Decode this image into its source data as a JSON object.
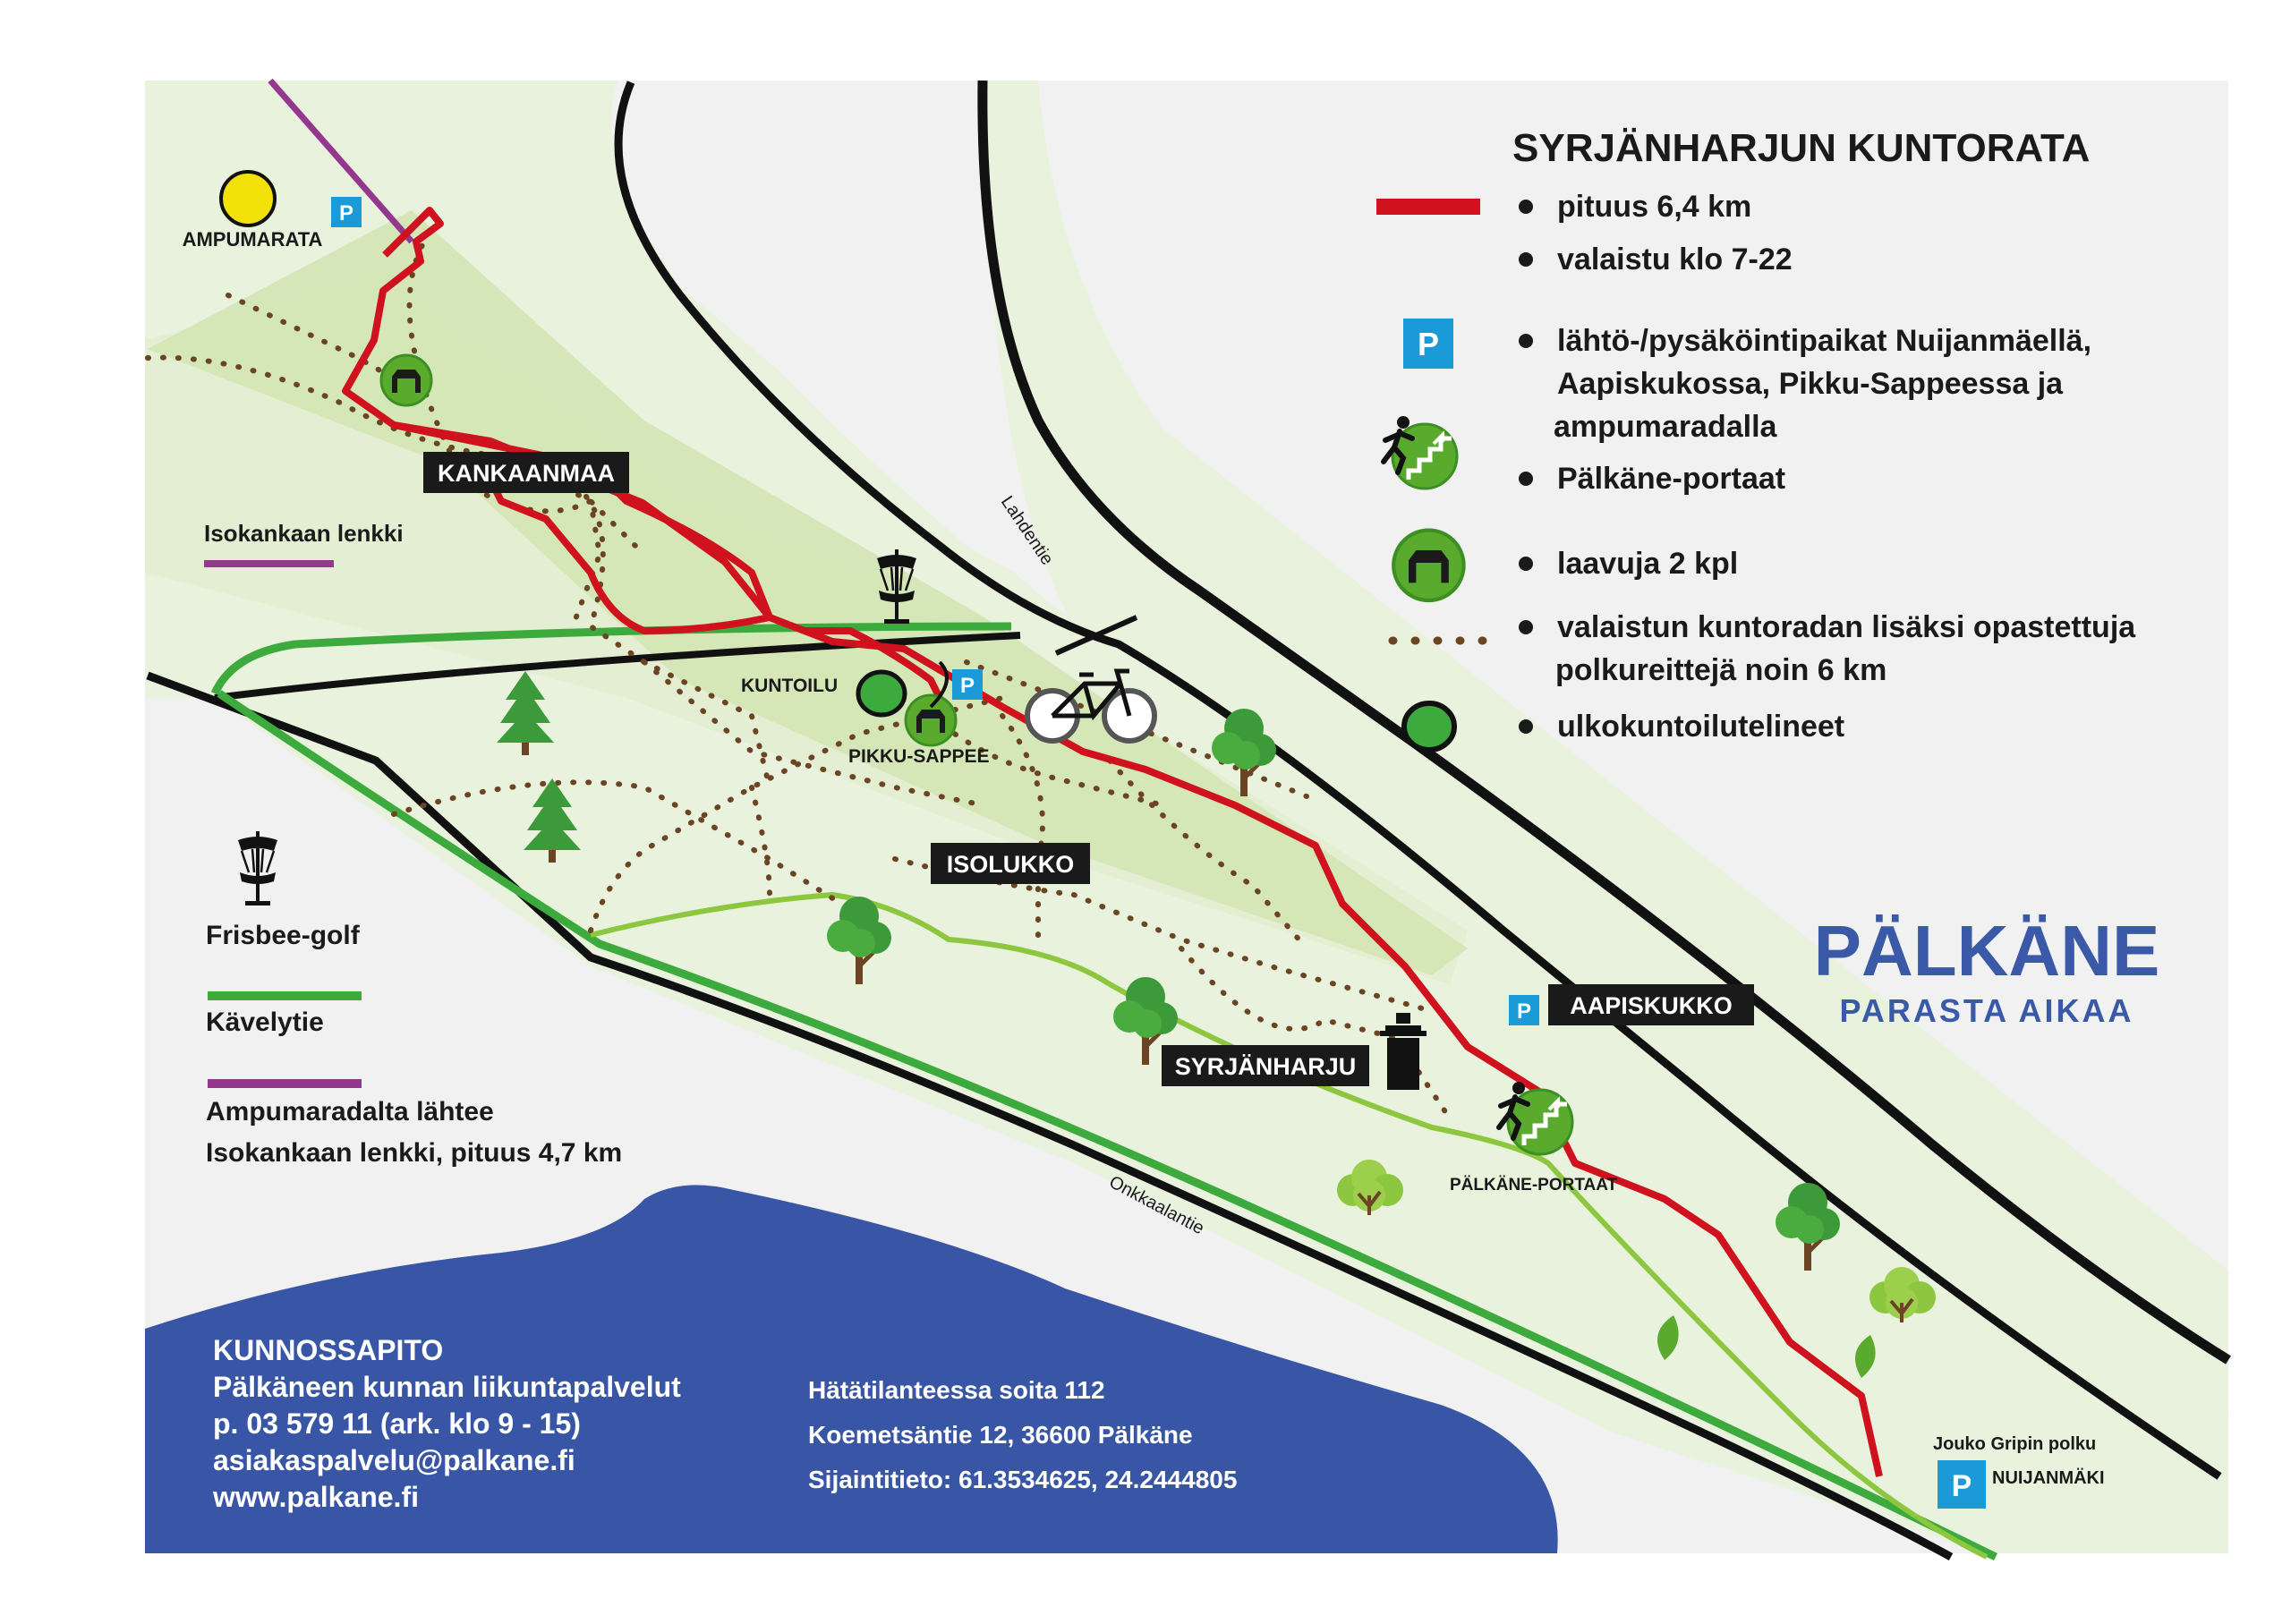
{
  "legend": {
    "title": "SYRJÄNHARJUN KUNTORATA",
    "length": "pituus 6,4 km",
    "lit": "valaistu klo 7-22",
    "parking_1": "lähtö-/pysäköintipaikat Nuijanmäellä,",
    "parking_2": "Aapiskukossa, Pikku-Sappeessa ja",
    "parking_3": "ampumaradalla",
    "stairs": "Pälkäne-portaat",
    "shelters": "laavuja 2 kpl",
    "trails_1": "valaistun kuntoradan lisäksi opastettuja",
    "trails_2": "polkureittejä noin 6 km",
    "outdoor_gym": "ulkokuntoilutelineet",
    "frisbee": "Frisbee-golf",
    "walkway": "Kävelytie",
    "shooting_1": "Ampumaradalta lähtee",
    "shooting_2": "Isokankaan lenkki, pituus 4,7 km",
    "isokangas": "Isokankaan lenkki"
  },
  "parking_letter": "P",
  "places": {
    "ampumarata": "AMPUMARATA",
    "kankaanmaa": "KANKAANMAA",
    "kuntoilu": "KUNTOILU",
    "pikku_sappee": "PIKKU-SAPPEE",
    "isolukko": "ISOLUKKO",
    "syrjanharju": "SYRJÄNHARJU",
    "aapiskukko": "AAPISKUKKO",
    "palkane_portaat": "PÄLKÄNE-PORTAAT",
    "jouko": "Jouko Gripin polku",
    "nuijanmaki": "NUIJANMÄKI"
  },
  "roads": {
    "lahdentie": "Lahdentie",
    "onkkaalantie": "Onkkaalantie"
  },
  "brand": {
    "name": "PÄLKÄNE",
    "slogan": "PARASTA AIKAA",
    "color": "#3a5aa8"
  },
  "maintenance": {
    "title": "KUNNOSSAPITO",
    "org": "Pälkäneen kunnan liikuntapalvelut",
    "phone": "p. 03 579 11 (ark. klo 9 - 15)",
    "email": "asiakaspalvelu@palkane.fi",
    "web": "www.palkane.fi"
  },
  "emergency": {
    "call": "Hätätilanteessa soita 112",
    "address": "Koemetsäntie 12, 36600 Pälkäne",
    "location": "Sijaintitieto: 61.3534625, 24.2444805"
  },
  "colors": {
    "track_red": "#d0121f",
    "walkway_green": "#3caa3c",
    "path_lightgreen": "#8dc63f",
    "isokangas_purple": "#93378f",
    "trail_brown": "#6b4423",
    "parking_blue": "#1a9ad6",
    "lake_blue": "#3956a6",
    "forest_light": "#e9f2dc",
    "forest_mid": "#d3e6b4"
  },
  "icons": [
    "parking-icon",
    "stairs-runner-icon",
    "shelter-icon",
    "outdoor-gym-icon",
    "frisbee-basket-icon",
    "bicycle-icon",
    "observation-tower-icon",
    "tree-icon",
    "shooting-range-icon"
  ]
}
